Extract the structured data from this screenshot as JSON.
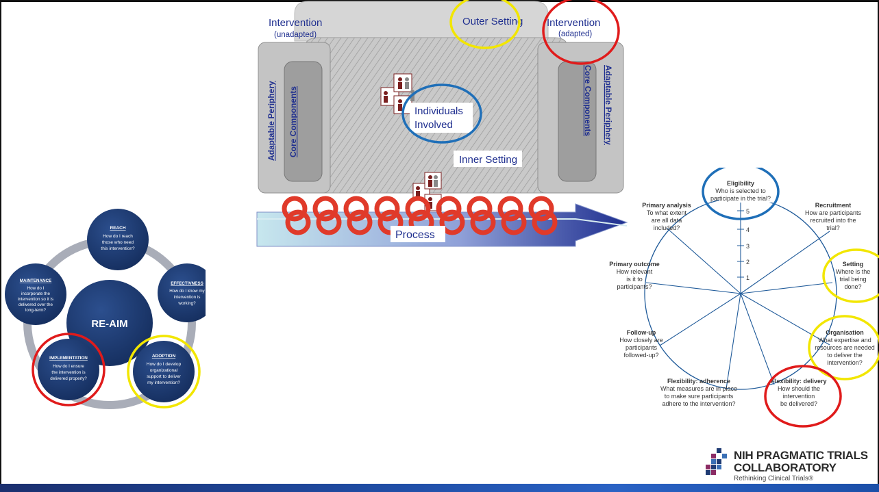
{
  "reaim": {
    "center": "RE-AIM",
    "nodes": [
      {
        "title": "REACH",
        "lines": [
          "How do I reach",
          "those who need",
          "this intervention?"
        ]
      },
      {
        "title": "EFFECTIVNESS",
        "lines": [
          "How do I know my",
          "intervention is",
          "working?"
        ]
      },
      {
        "title": "ADOPTION",
        "lines": [
          "How do I develop",
          "organizational",
          "support to deliver",
          "my intervention?"
        ]
      },
      {
        "title": "IMPLEMENTATION",
        "lines": [
          "How do I ensure",
          "the intervention is",
          "delivered properly?"
        ]
      },
      {
        "title": "MAINTENANCE",
        "lines": [
          "How do I",
          "incorporate the",
          "intervention so it is",
          "delivered over the",
          "long-term?"
        ]
      }
    ]
  },
  "cfir": {
    "intervention_unadapted": "Intervention",
    "intervention_unadapted_sub": "(unadapted)",
    "outer_setting": "Outer Setting",
    "intervention_adapted": "Intervention",
    "intervention_adapted_sub": "(adapted)",
    "adaptable_periphery": "Adaptable Periphery",
    "core_components": "Core Components",
    "individuals_line1": "Individuals",
    "individuals_line2": "Involved",
    "inner_setting": "Inner Setting",
    "process": "Process"
  },
  "precis": {
    "scale": [
      "1",
      "2",
      "3",
      "4",
      "5"
    ],
    "domains": [
      {
        "title": "Eligibility",
        "lines": [
          "Who is selected to",
          "participate in the trial?"
        ]
      },
      {
        "title": "Recruitment",
        "lines": [
          "How are participants",
          "recruited into the",
          "trial?"
        ]
      },
      {
        "title": "Setting",
        "lines": [
          "Where is the",
          "trial being",
          "done?"
        ]
      },
      {
        "title": "Organisation",
        "lines": [
          "What expertise and",
          "resources are needed",
          "to deliver the",
          "intervention?"
        ]
      },
      {
        "title": "Flexibility: delivery",
        "lines": [
          "How should the",
          "intervention",
          "be delivered?"
        ]
      },
      {
        "title": "Flexibility: adherence",
        "lines": [
          "What measures are in place",
          "to make sure participants",
          "adhere to the intervention?"
        ]
      },
      {
        "title": "Follow-up",
        "lines": [
          "How closely are",
          "participants",
          "followed-up?"
        ]
      },
      {
        "title": "Primary outcome",
        "lines": [
          "How relevant",
          "is it to",
          "participants?"
        ]
      },
      {
        "title": "Primary analysis",
        "lines": [
          "To what extent",
          "are all data",
          "included?"
        ]
      }
    ]
  },
  "nih": {
    "line1": "NIH PRAGMATIC TRIALS",
    "line2": "COLLABORATORY",
    "tagline": "Rethinking Clinical Trials®"
  },
  "colors": {
    "navy": "#1f3b73",
    "blue_circle": "#1f6fb8",
    "red_circle": "#e01b1b",
    "yellow_circle": "#f2e600",
    "cfir_text": "#1f2f8f",
    "grey": "#b9b9b9"
  }
}
